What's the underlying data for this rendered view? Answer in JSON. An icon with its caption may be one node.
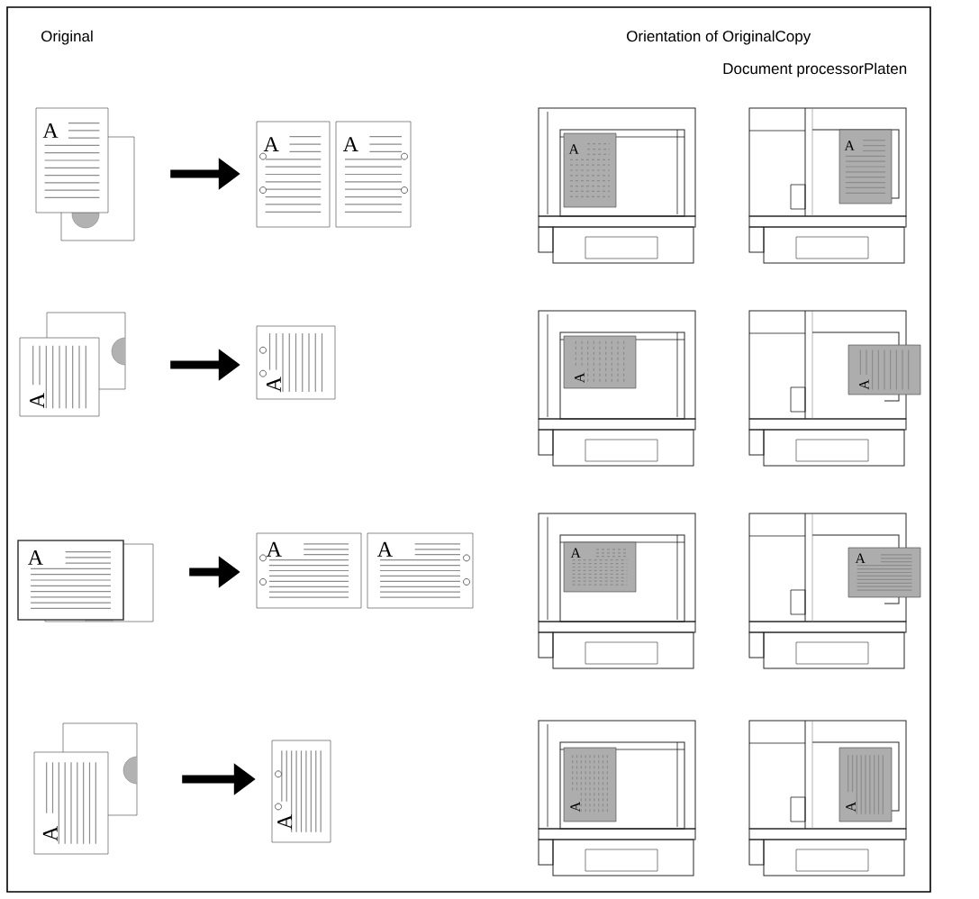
{
  "diagram": {
    "nodes": [
      {
        "text": [],
        "shape": "picture"
      },
      {
        "text": [],
        "shape": "picture"
      },
      {
        "text": [],
        "shape": "picture"
      },
      {
        "text": [],
        "shape": "picture"
      },
      {
        "text": [],
        "shape": "picture"
      },
      {
        "text": [],
        "shape": "picture"
      },
      {
        "text": [],
        "shape": "picture"
      },
      {
        "text": [],
        "shape": "picture"
      }
    ],
    "edges": [
      {
        "from": 0,
        "to": 1,
        "arrow": "to"
      },
      {
        "from": 2,
        "to": 3,
        "arrow": "to"
      },
      {
        "from": 4,
        "to": 5,
        "arrow": "to"
      },
      {
        "from": 6,
        "to": 7,
        "arrow": "to"
      }
    ],
    "labels": [
      "Original",
      "Orientation of OriginalCopy",
      "Document processorPlaten",
      "A",
      "A",
      "A",
      "A",
      "A",
      "A",
      "A",
      "A",
      "A",
      "A",
      "A",
      "A",
      "A",
      "A",
      "A",
      "A",
      "A",
      "A"
    ]
  }
}
